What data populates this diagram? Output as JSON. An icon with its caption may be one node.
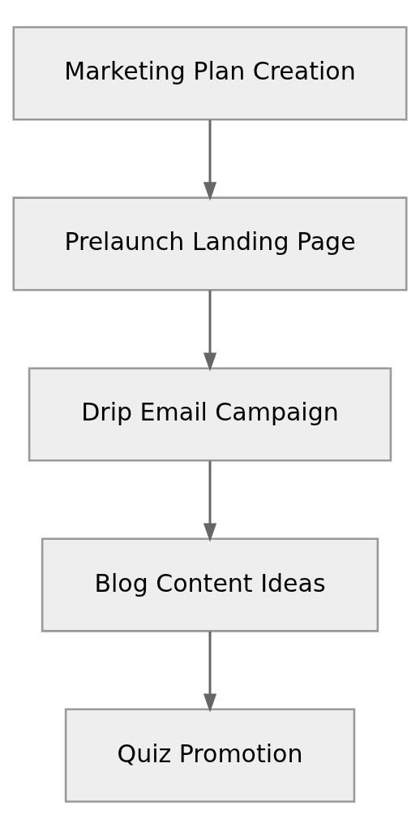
{
  "diagram": {
    "nodes": [
      {
        "text": [
          "Marketing Plan Creation"
        ]
      },
      {
        "text": [
          "Prelaunch Landing Page"
        ]
      },
      {
        "text": [
          "Drip Email Campaign"
        ]
      },
      {
        "text": [
          "Blog Content Ideas"
        ]
      },
      {
        "text": [
          "Quiz Promotion"
        ]
      }
    ],
    "edges": [
      {
        "from": 0,
        "to": 1,
        "arrow": "to"
      },
      {
        "from": 1,
        "to": 2,
        "arrow": "to"
      },
      {
        "from": 2,
        "to": 3,
        "arrow": "to"
      },
      {
        "from": 3,
        "to": 4,
        "arrow": "to"
      }
    ]
  }
}
